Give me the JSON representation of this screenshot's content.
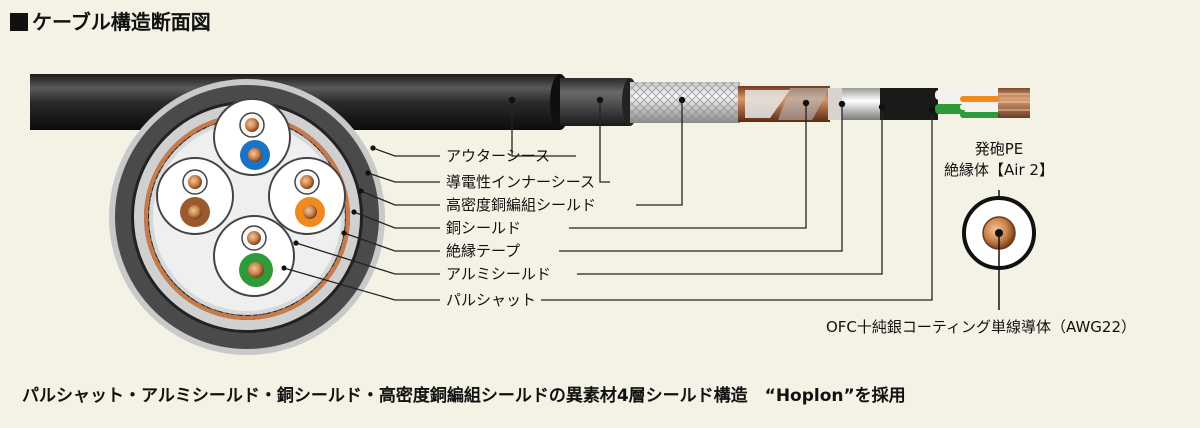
{
  "title": "ケーブル構造断面図",
  "labels": [
    "アウターシース",
    "導電性インナーシース",
    "高密度銅編組シールド",
    "銅シールド",
    "絶縁テープ",
    "アルミシールド",
    "パルシャット"
  ],
  "pe_label_line1": "発砲PE",
  "pe_label_line2": "絶縁体【Air 2】",
  "conductor_label": "OFC十純銀コーティング単線導体（AWG22）",
  "footer": "パルシャット・アルミシールド・銅シールド・高密度銅編組シールドの異素材4層シールド構造　“Hoplon”を採用",
  "pair_colors": {
    "blue": "#1a73c4",
    "orange": "#f08a1c",
    "brown": "#9a5a2e",
    "green": "#2f9a3a"
  }
}
